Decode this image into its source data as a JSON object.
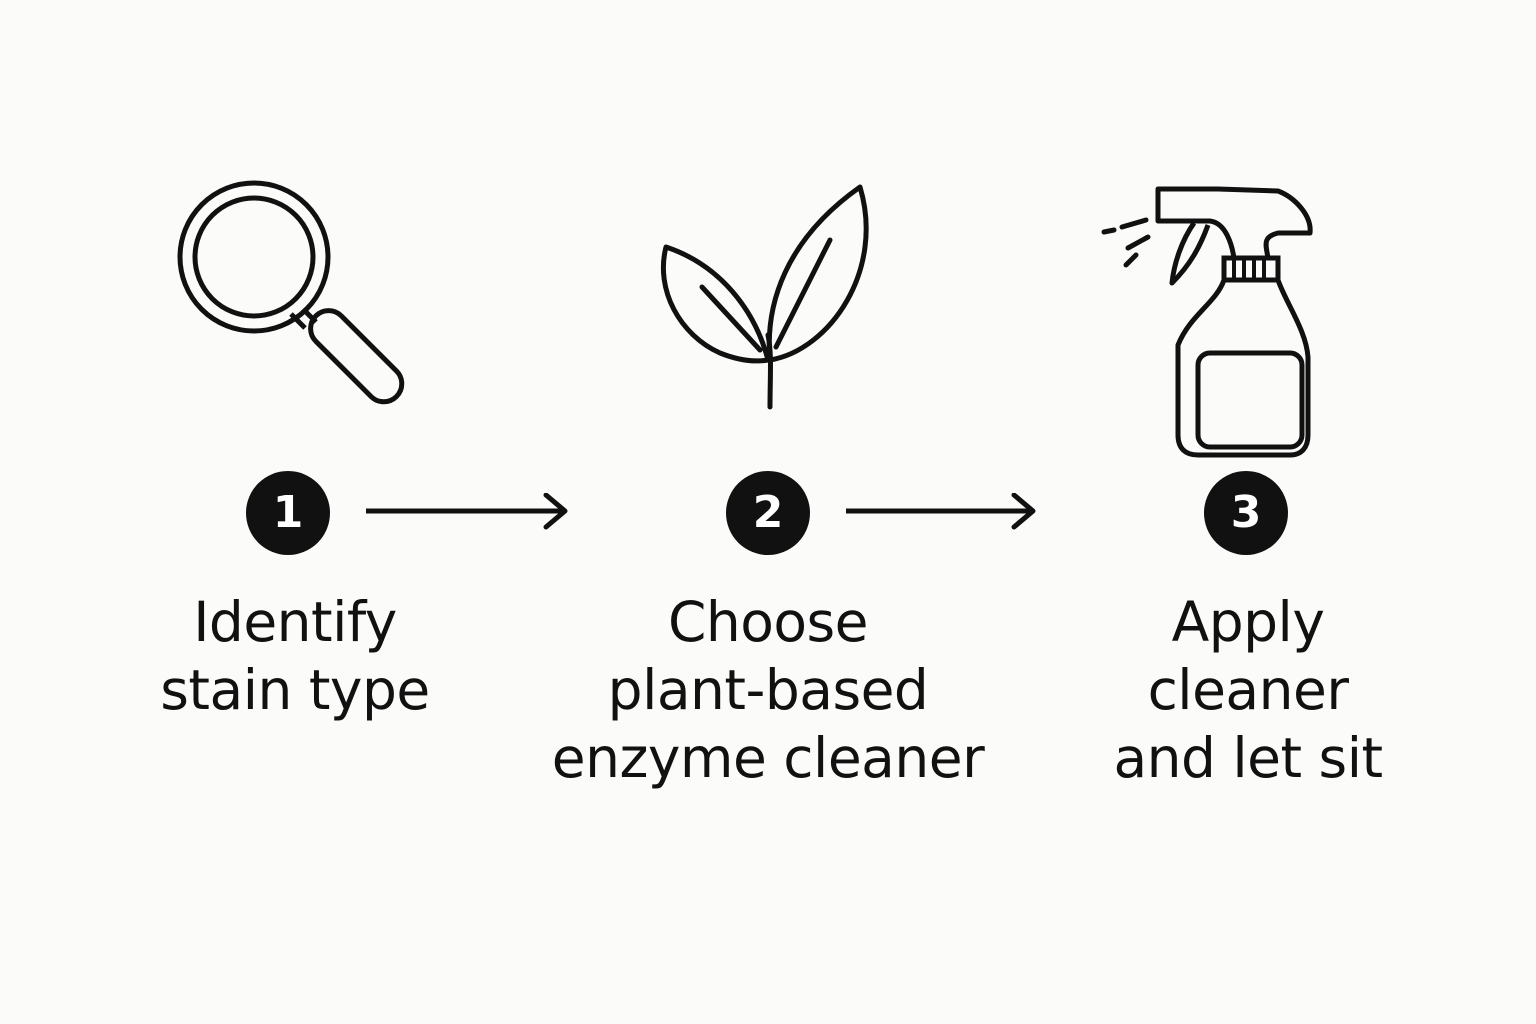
{
  "steps": [
    {
      "number": "1",
      "icon": "magnifying-glass-icon",
      "label_lines": [
        "Identify",
        "stain type"
      ]
    },
    {
      "number": "2",
      "icon": "leaf-sprout-icon",
      "label_lines": [
        "Choose",
        "plant-based",
        "enzyme cleaner"
      ]
    },
    {
      "number": "3",
      "icon": "spray-bottle-icon",
      "label_lines": [
        "Apply",
        "cleaner",
        "and let sit"
      ]
    }
  ],
  "colors": {
    "background": "#fbfbf9",
    "ink": "#111111",
    "badge_text": "#ffffff"
  }
}
